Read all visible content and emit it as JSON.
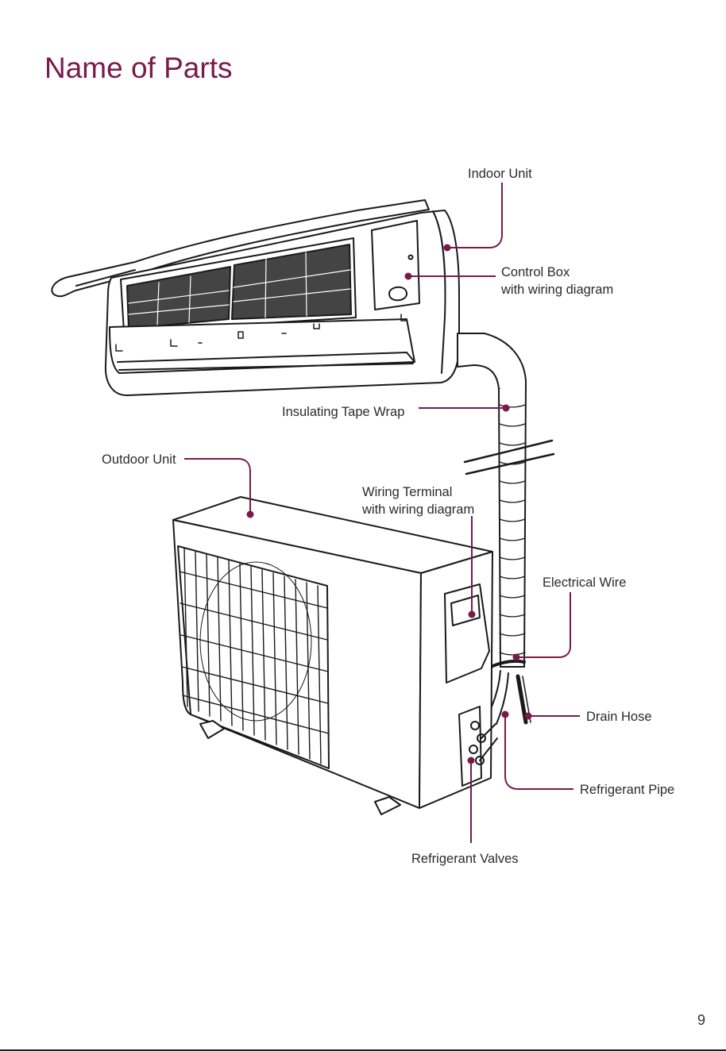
{
  "page": {
    "title": "Name of Parts",
    "page_number": "9"
  },
  "colors": {
    "accent": "#7a1a4a",
    "line_art": "#1a1a1a"
  },
  "labels": {
    "indoor_unit": "Indoor Unit",
    "control_box_1": "Control Box",
    "control_box_2": "with wiring diagram",
    "insulating_tape_wrap": "Insulating Tape Wrap",
    "outdoor_unit": "Outdoor Unit",
    "wiring_terminal_1": "Wiring Terminal",
    "wiring_terminal_2": "with wiring diagram",
    "electrical_wire": "Electrical Wire",
    "drain_hose": "Drain Hose",
    "refrigerant_pipe": "Refrigerant Pipe",
    "refrigerant_valves": "Refrigerant Valves"
  }
}
